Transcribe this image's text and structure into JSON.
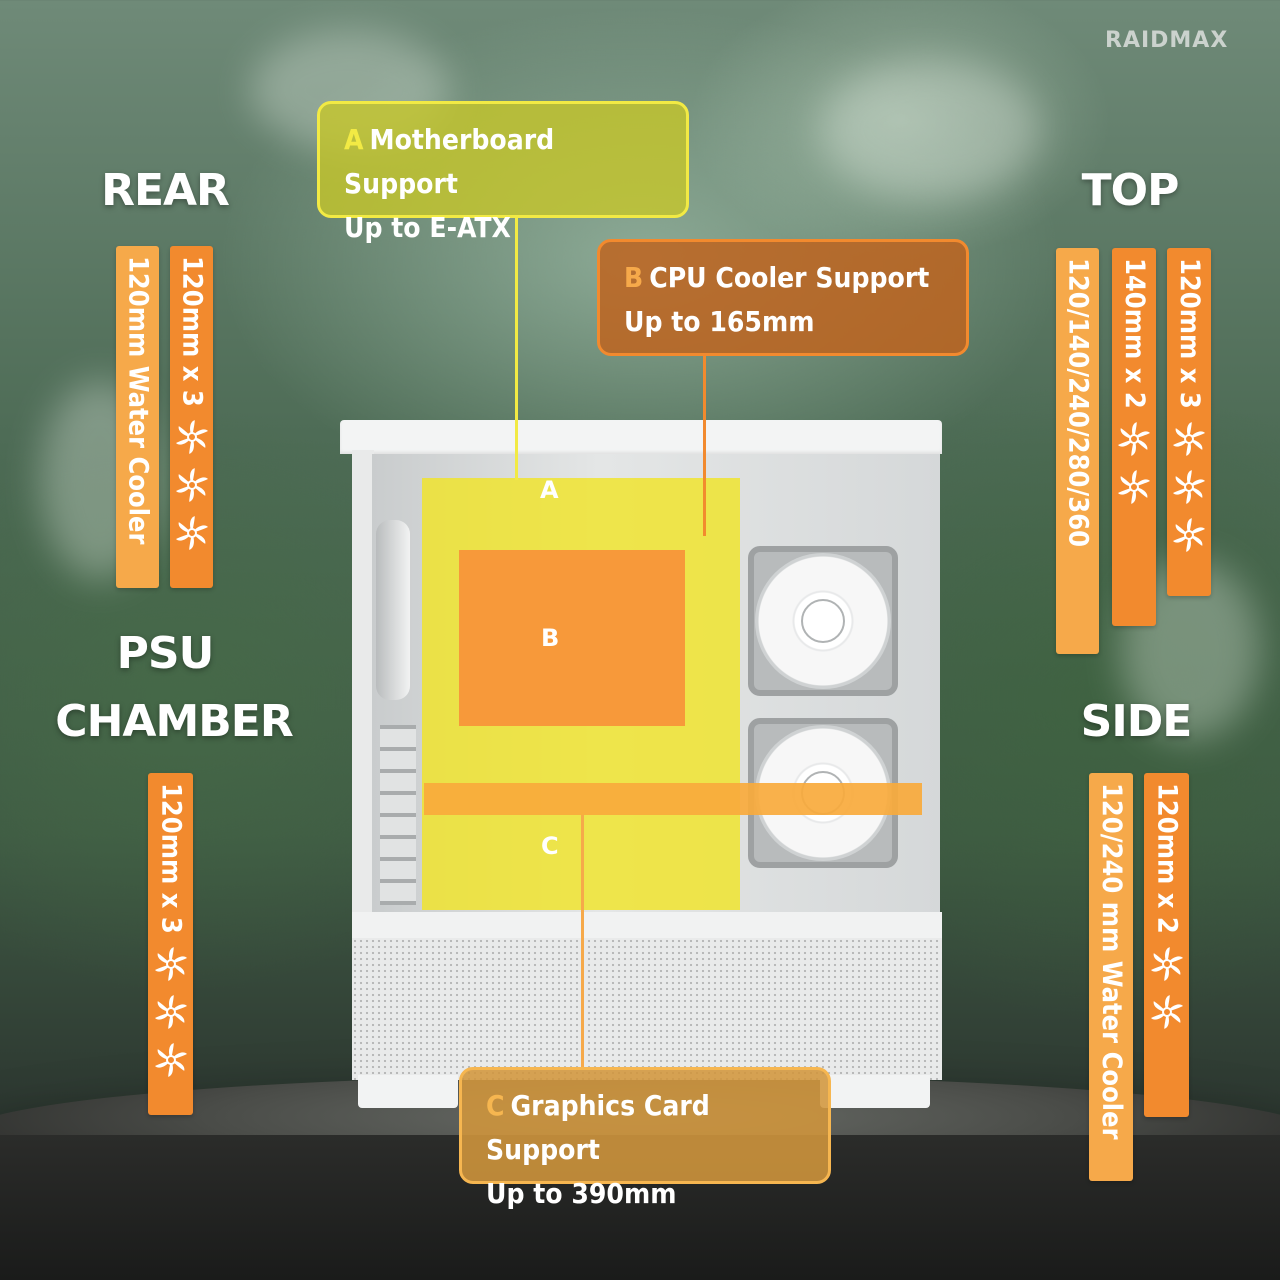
{
  "brand": {
    "logo_text": "RAIDMAX"
  },
  "colors": {
    "orange": "#f28a2e",
    "light_orange": "#f6a94a",
    "yellow": "#f2ea44",
    "white": "#ffffff"
  },
  "sections": {
    "rear": {
      "title": "REAR",
      "bars": [
        {
          "label": "120mm Water Cooler",
          "fans": 0
        },
        {
          "label": "120mm x 3",
          "fans": 3
        }
      ]
    },
    "top": {
      "title": "TOP",
      "bars": [
        {
          "label": "120/140/240/280/360",
          "fans": 0
        },
        {
          "label": "140mm x 2",
          "fans": 2
        },
        {
          "label": "120mm x 3",
          "fans": 3
        }
      ]
    },
    "psu": {
      "title_line1": "PSU",
      "title_line2": "CHAMBER",
      "bars": [
        {
          "label": "120mm x 3",
          "fans": 3
        }
      ]
    },
    "side": {
      "title": "SIDE",
      "bars": [
        {
          "label": "120/240 mm Water Cooler",
          "fans": 0
        },
        {
          "label": "120mm x 2",
          "fans": 2
        }
      ]
    }
  },
  "callouts": {
    "a": {
      "letter": "A",
      "title": "Motherboard Support",
      "subtitle": "Up to E-ATX"
    },
    "b": {
      "letter": "B",
      "title": "CPU Cooler Support",
      "subtitle": "Up to 165mm"
    },
    "c": {
      "letter": "C",
      "title": "Graphics Card Support",
      "subtitle": "Up to 390mm"
    }
  },
  "zones": {
    "a": "A",
    "b": "B",
    "c": "C"
  },
  "icons": {
    "fan": "fan-icon"
  }
}
